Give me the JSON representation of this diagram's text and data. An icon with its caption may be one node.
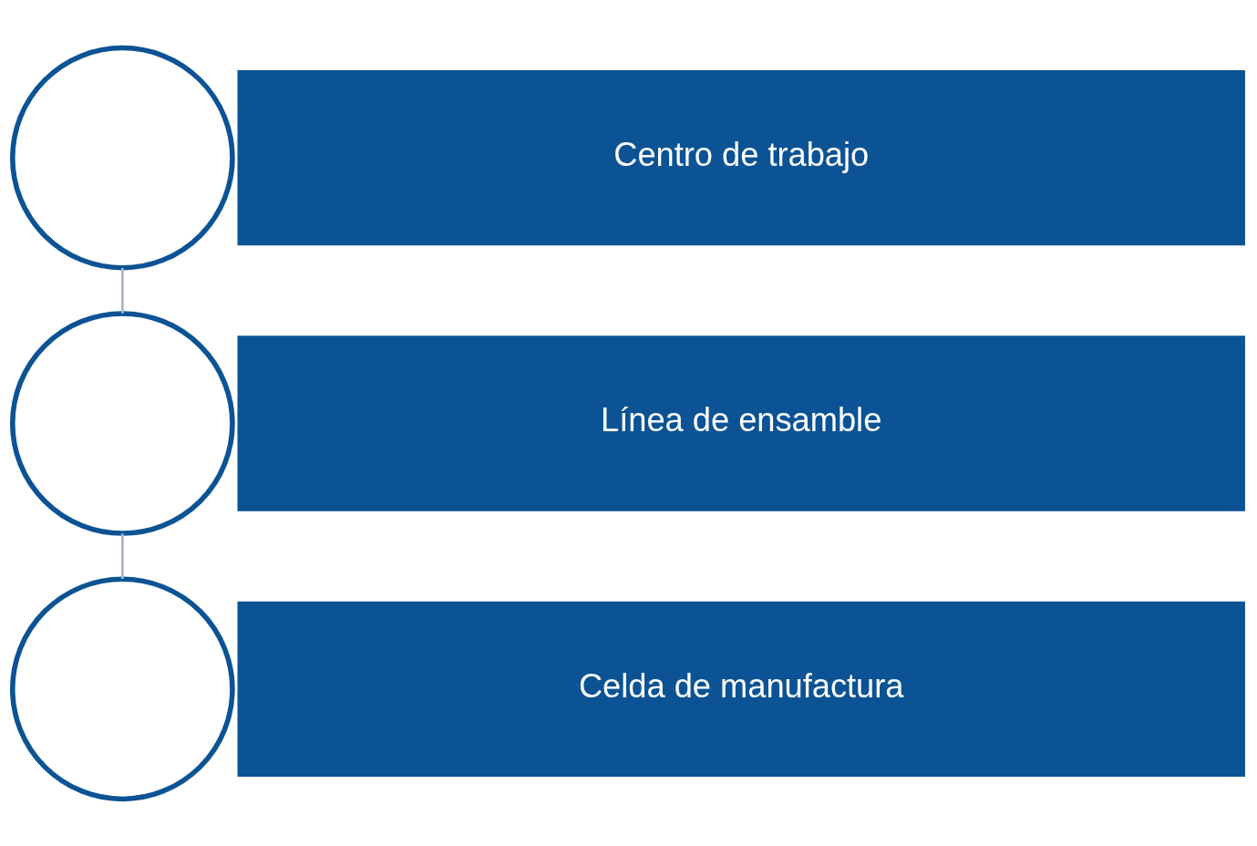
{
  "diagram": {
    "nodes": [
      {
        "text": [],
        "shape": "circle"
      },
      {
        "text": [
          "Centro de trabajo"
        ]
      },
      {
        "text": [],
        "shape": "circle"
      },
      {
        "text": [
          "Línea de ensamble"
        ]
      },
      {
        "text": [],
        "shape": "circle"
      },
      {
        "text": [
          "Celda de manufactura"
        ]
      }
    ],
    "edges": [
      {
        "from": 0,
        "to": 2,
        "arrow": "none"
      },
      {
        "from": 2,
        "to": 4,
        "arrow": "none"
      }
    ]
  }
}
